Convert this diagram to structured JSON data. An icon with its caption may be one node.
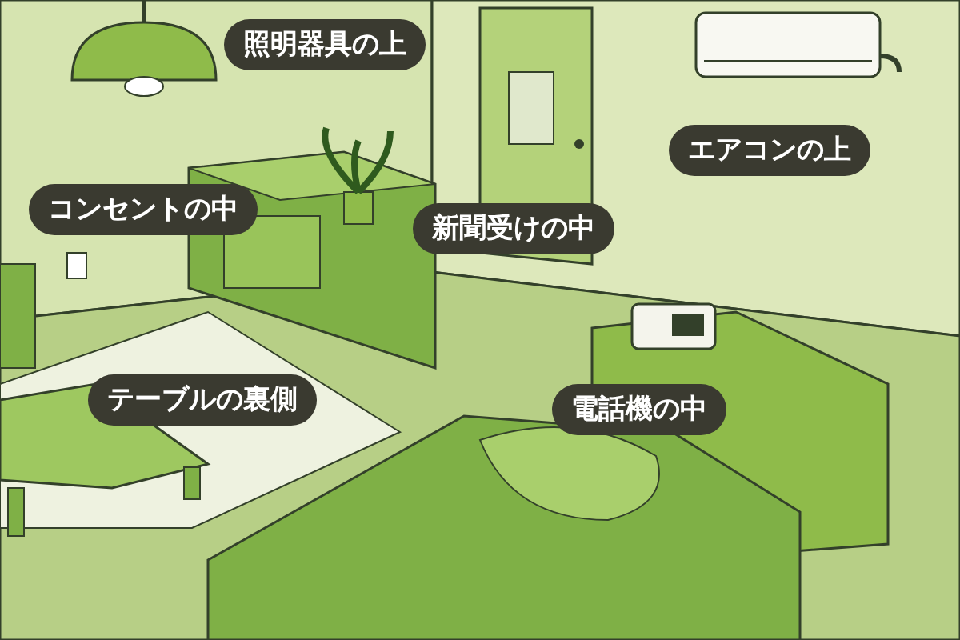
{
  "diagram": {
    "labels": [
      "照明器具の上",
      "エアコンの上",
      "コンセントの中",
      "新聞受けの中",
      "テーブルの裏側",
      "電話機の中"
    ]
  }
}
